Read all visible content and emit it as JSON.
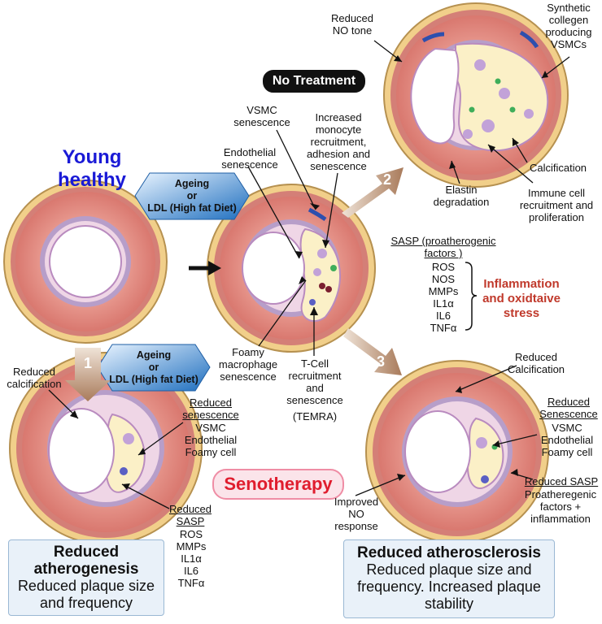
{
  "title_young": "Young healthy",
  "ageing_line1": "Ageing",
  "ageing_line2": "or",
  "ageing_line3": "LDL (High fat Diet)",
  "no_treatment": "No Treatment",
  "senotherapy": "Senotherapy",
  "inflammation": "Inflammation and oxidtaive stress",
  "step1": "1",
  "step2": "2",
  "step3": "3",
  "top_labels": {
    "reduced_no_tone": "Reduced NO tone",
    "synthetic": "Synthetic collegen producing VSMCs",
    "calcification": "Calcification",
    "elastin": "Elastin degradation",
    "immune": "Immune cell recruitment and proliferation"
  },
  "middle_labels": {
    "vsmc": "VSMC senescence",
    "monocyte": "Increased monocyte recruitment, adhesion and senescence",
    "endothelial": "Endothelial senescence",
    "foamy": "Foamy macrophage senescence",
    "tcell": "T-Cell recruitment and senescence",
    "temra": "(TEMRA)"
  },
  "sasp_box": {
    "title": "SASP (proatherogenic factors )",
    "items": [
      "ROS",
      "NOS",
      "MMPs",
      "IL1α",
      "IL6",
      "TNFα"
    ]
  },
  "left_labels": {
    "reduced_calc": "Reduced calcification",
    "reduced_sen": "Reduced senescence",
    "sen_items": [
      "VSMC",
      "Endothelial",
      "Foamy cell"
    ],
    "reduced_sasp": "Reduced SASP",
    "sasp_items": [
      "ROS",
      "MMPs",
      "IL1α",
      "IL6",
      "TNFα"
    ]
  },
  "right_labels": {
    "reduced_calc": "Reduced Calcification",
    "reduced_sen": "Reduced Senescence",
    "sen_items": [
      "VSMC",
      "Endothelial",
      "Foamy cell"
    ],
    "reduced_sasp": "Reduced SASP",
    "sasp_detail": "Proatheregenic factors + inflammation",
    "improved_no": "Improved NO response"
  },
  "box_left": {
    "title": "Reduced atherogenesis",
    "subtitle": "Reduced plaque size and frequency"
  },
  "box_right": {
    "title": "Reduced atherosclerosis",
    "subtitle": "Reduced plaque size and frequency. Increased plaque stability"
  }
}
